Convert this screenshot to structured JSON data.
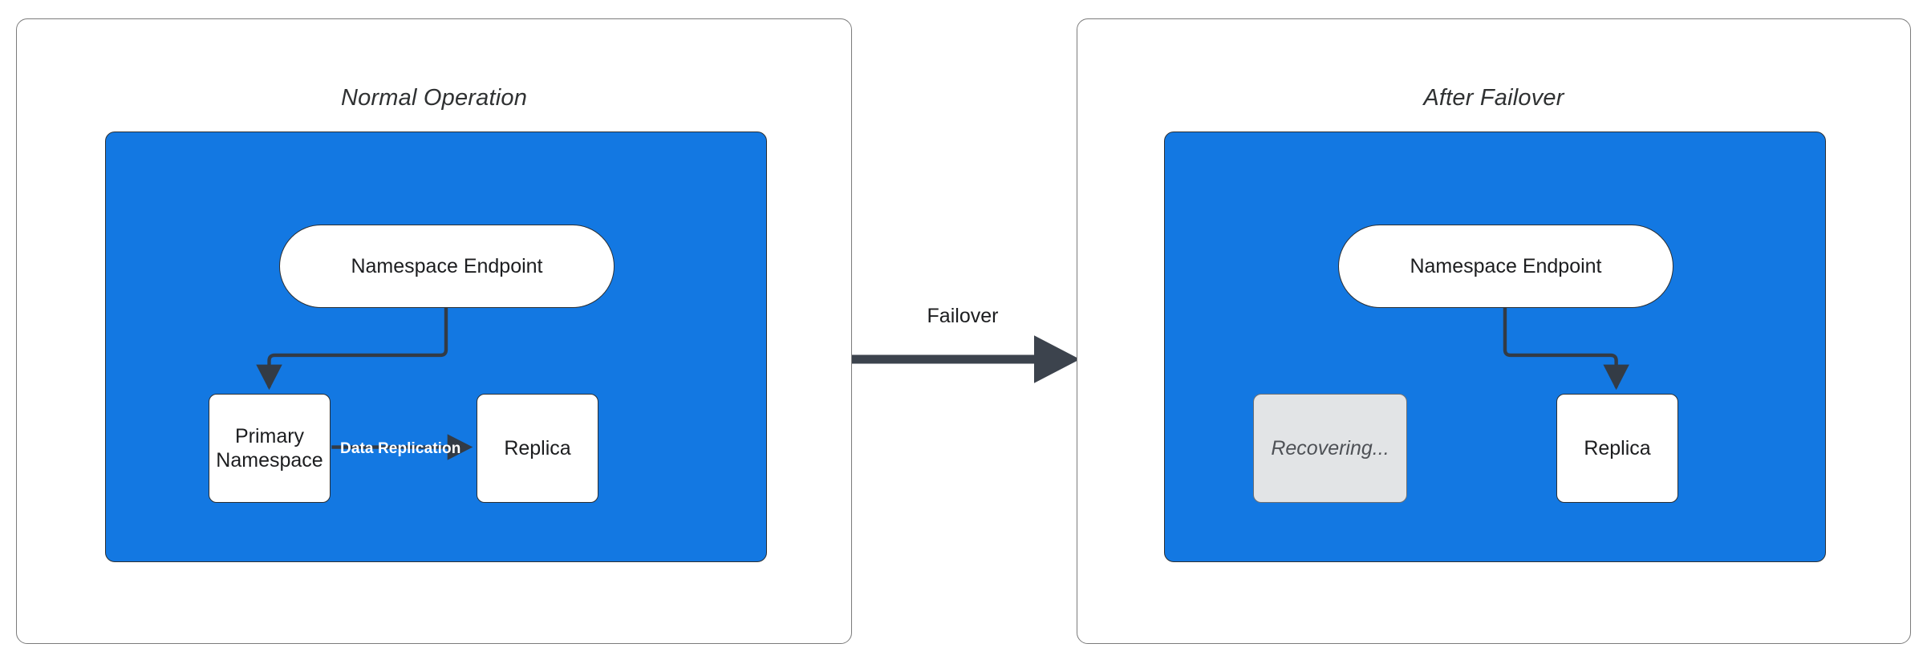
{
  "diagram": {
    "type": "flowchart",
    "title_implied": "Namespace failover before and after",
    "accent_blue": "#1378E2",
    "edge_color": "#333B45",
    "ghost_fill": "#E2E4E6",
    "node_border": "#2B2F33"
  },
  "panels": [
    {
      "id": "normal",
      "title": "Normal Operation",
      "nodes": [
        {
          "id": "endpoint",
          "label": "Namespace Endpoint",
          "shape": "stadium",
          "state": "active"
        },
        {
          "id": "primary",
          "label": "Primary\nNamespace",
          "line1": "Primary",
          "line2": "Namespace",
          "shape": "rect",
          "state": "active"
        },
        {
          "id": "replica",
          "label": "Replica",
          "shape": "rect",
          "state": "active"
        }
      ],
      "edges": [
        {
          "from": "endpoint",
          "to": "primary",
          "label": "",
          "style": "elbow-arrow"
        },
        {
          "from": "primary",
          "to": "replica",
          "label": "Data Replication",
          "style": "straight-arrow"
        }
      ]
    },
    {
      "id": "failover",
      "title": "After Failover",
      "nodes": [
        {
          "id": "endpoint",
          "label": "Namespace Endpoint",
          "shape": "stadium",
          "state": "active"
        },
        {
          "id": "recovering",
          "label": "Recovering...",
          "shape": "rect",
          "state": "disabled"
        },
        {
          "id": "replica",
          "label": "Replica",
          "shape": "rect",
          "state": "active"
        }
      ],
      "edges": [
        {
          "from": "endpoint",
          "to": "replica",
          "label": "",
          "style": "elbow-arrow"
        }
      ]
    }
  ],
  "transition": {
    "label": "Failover",
    "direction": "left-to-right",
    "arrow_color": "#3C434D"
  }
}
